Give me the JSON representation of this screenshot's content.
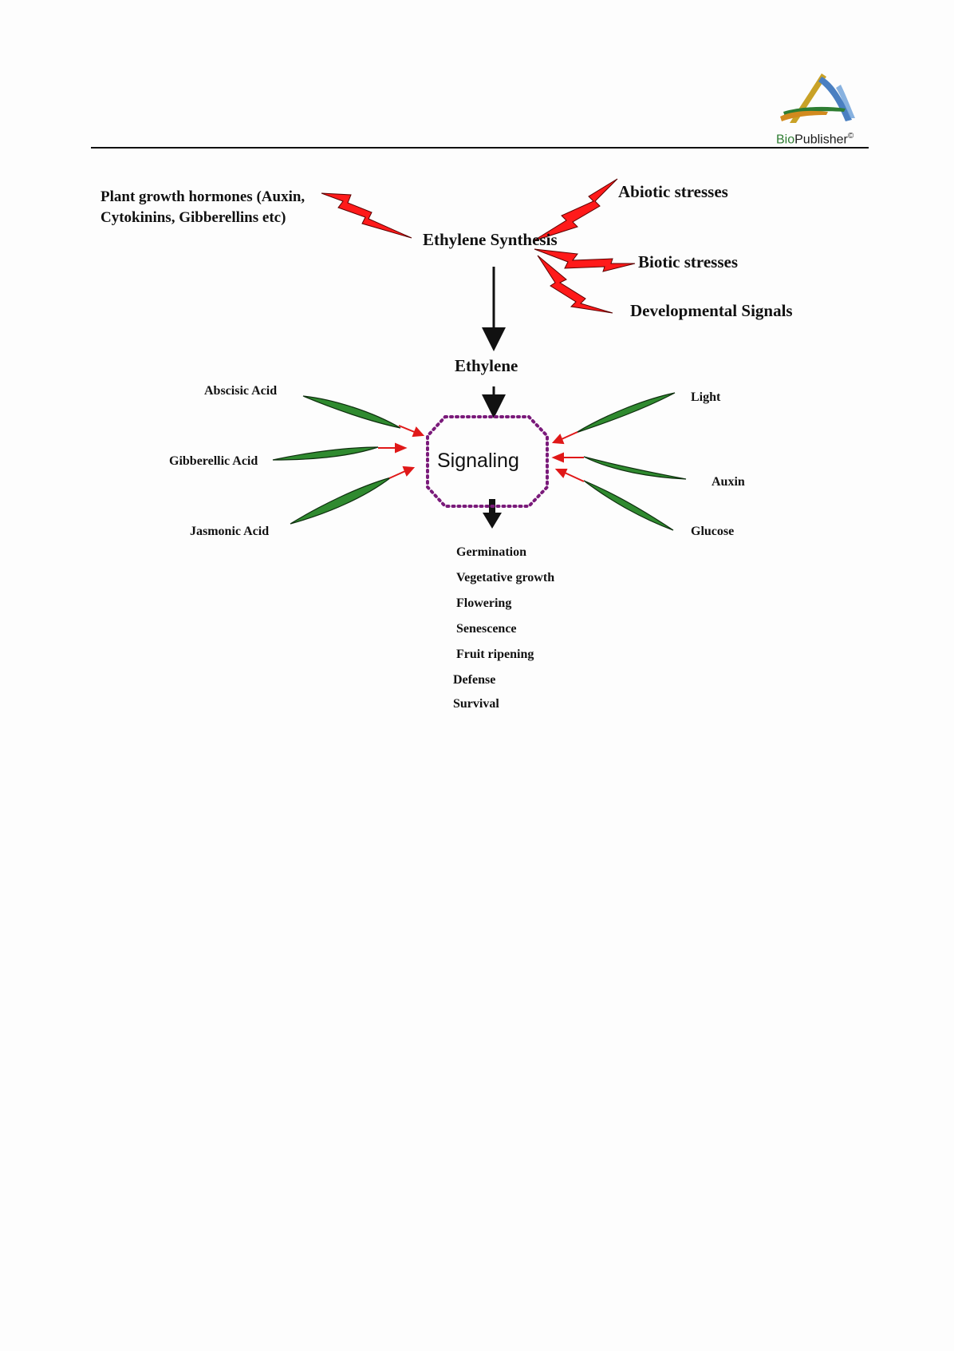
{
  "header": {
    "logo_brand_prefix": "Bio",
    "logo_brand_suffix": "Publisher",
    "logo_mark": "©"
  },
  "diagram": {
    "inputs_to_synthesis": {
      "hormones_line1": "Plant growth hormones (Auxin,",
      "hormones_line2": "Cytokinins, Gibberellins etc)",
      "abiotic": "Abiotic stresses",
      "biotic": "Biotic stresses",
      "developmental": "Developmental Signals"
    },
    "synthesis": "Ethylene Synthesis",
    "ethylene": "Ethylene",
    "signaling": "Signaling",
    "modulators_left": {
      "abscisic": "Abscisic Acid",
      "gibberellic": "Gibberellic Acid",
      "jasmonic": "Jasmonic Acid"
    },
    "modulators_right": {
      "light": "Light",
      "auxin": "Auxin",
      "glucose": "Glucose"
    },
    "responses": [
      "Germination",
      "Vegetative growth",
      "Flowering",
      "Senescence",
      "Fruit ripening",
      "Defense",
      "Survival"
    ],
    "colors": {
      "stress_bolt": "#ff1a1a",
      "modulator_leaf": "#2f8a2f",
      "modulator_arrow": "#e01818",
      "signaling_border": "#7a1a7a"
    }
  }
}
